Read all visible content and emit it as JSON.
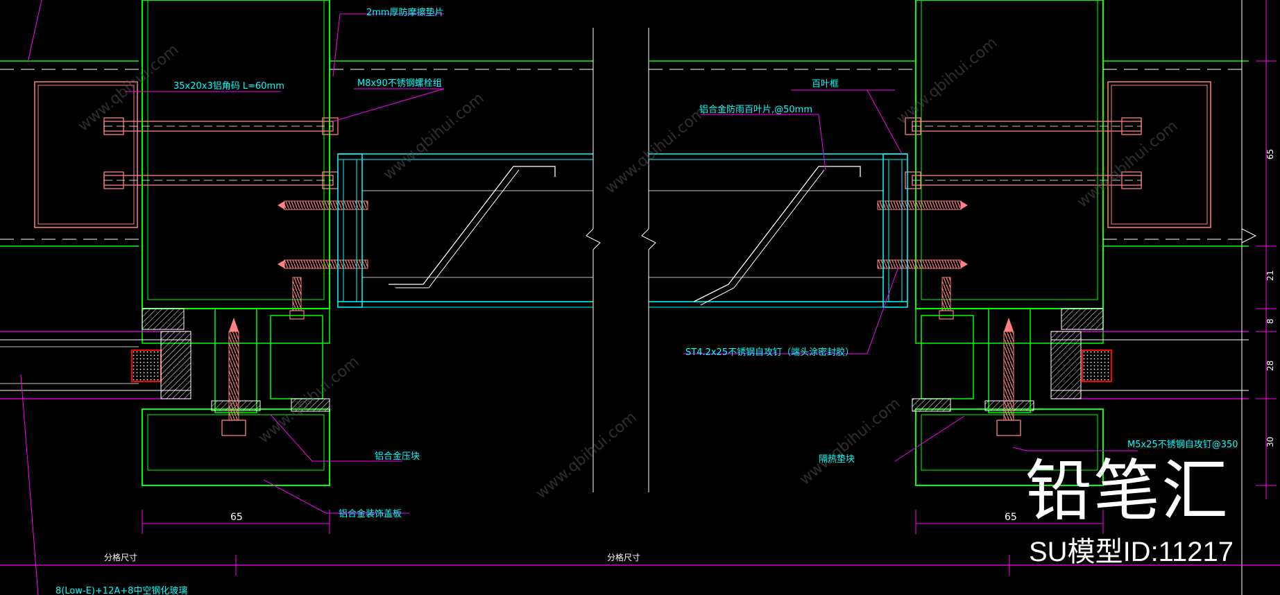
{
  "labels": {
    "anti_friction_pad": "2mm厚防摩擦垫片",
    "aluminum_angle": "35x20x3铝角码  L=60mm",
    "bolt_group": "M8x90不锈钢螺栓组",
    "louver_frame": "百叶框",
    "louver_blade": "铝合金防雨百叶片,@50mm",
    "self_tapping_screw": "ST4.2x25不锈钢自攻钉（端头涂密封胶）",
    "pressure_block": "铝合金压块",
    "decorative_cover": "铝合金装饰盖板",
    "thermal_pad": "隔热垫块",
    "m5_screw": "M5x25不锈钢自攻钉@350",
    "glass": "8(Low-E)+12A+8中空钢化玻璃"
  },
  "dimensions": {
    "width_left": "65",
    "width_right": "65",
    "partition_left": "分格尺寸",
    "partition_mid": "分格尺寸",
    "v1": "65",
    "v2": "21",
    "v3": "8",
    "v4": "28",
    "v5": "30"
  },
  "watermark": {
    "brand": "铅笔汇",
    "model_id": "SU模型ID:11217",
    "site": "www.qbihui.com"
  },
  "colors": {
    "background": "#000000",
    "frame": "#00ff00",
    "mullion": "#00ffff",
    "annotation": "#ff00ff",
    "bolt": "#ff8080",
    "text": "#00ffff",
    "white": "#ffffff"
  }
}
